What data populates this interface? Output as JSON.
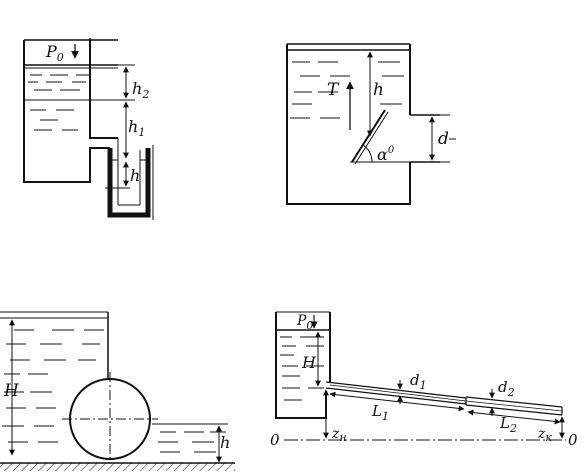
{
  "figure1": {
    "labels": {
      "p0": "P",
      "p0_sub": "0",
      "h2": "h",
      "h2_sub": "2",
      "h1": "h",
      "h1_sub": "1",
      "h": "h"
    }
  },
  "figure2": {
    "labels": {
      "T": "T",
      "h": "h",
      "alpha": "α",
      "alpha_sup": "0",
      "d": "d"
    }
  },
  "figure3": {
    "labels": {
      "H": "H",
      "h": "h"
    }
  },
  "figure4": {
    "labels": {
      "p0": "P",
      "p0_sub": "0",
      "H": "H",
      "d1": "d",
      "d1_sub": "1",
      "d2": "d",
      "d2_sub": "2",
      "L1": "L",
      "L1_sub": "1",
      "L2": "L",
      "L2_sub": "2",
      "zn": "z",
      "zn_sub": "н",
      "zk": "z",
      "zk_sub": "к",
      "datum_left": "0",
      "datum_right": "0"
    }
  }
}
